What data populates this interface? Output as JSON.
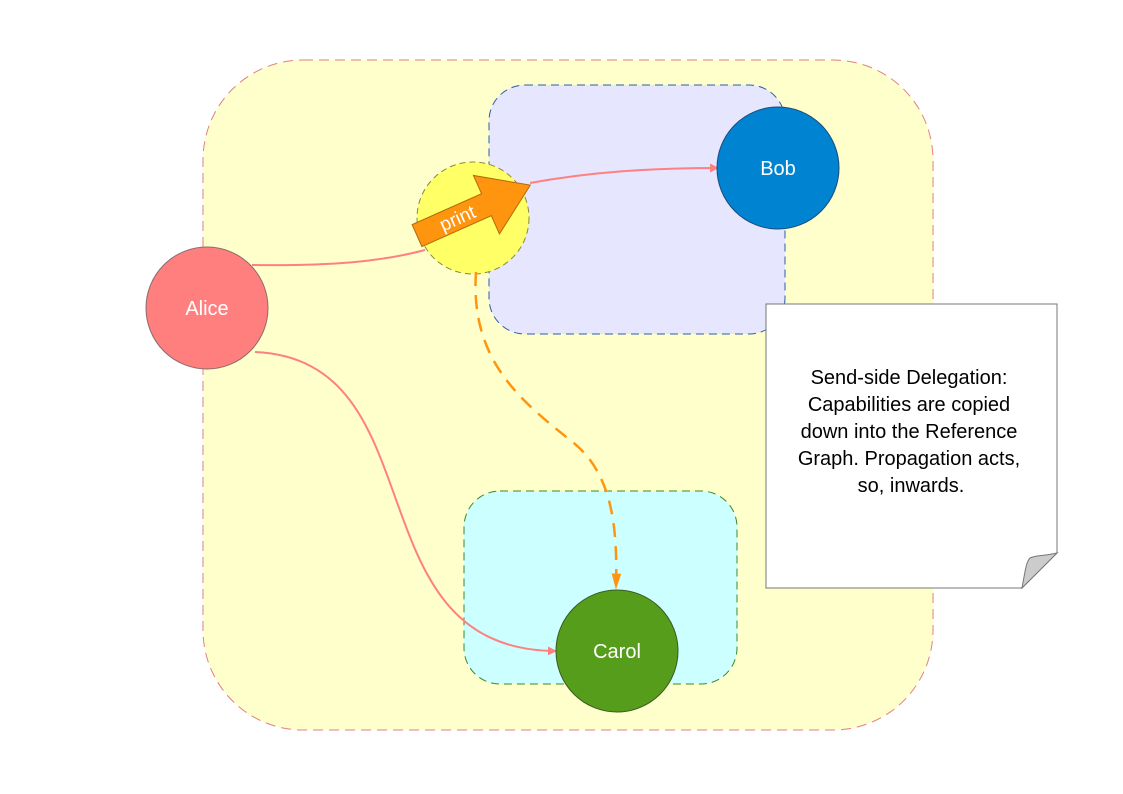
{
  "nodes": {
    "alice": {
      "label": "Alice",
      "color": "#ff7f7f"
    },
    "bob": {
      "label": "Bob",
      "color": "#0083d0"
    },
    "carol": {
      "label": "Carol",
      "color": "#579d1c"
    }
  },
  "capability": {
    "label": "print",
    "arrow_color": "#ff950e",
    "bubble_color": "#ffff66"
  },
  "regions": {
    "outer_fill": "#ffffcc",
    "bob_fill": "#e6e6ff",
    "carol_fill": "#ccffff"
  },
  "edges": {
    "reference_color": "#ff8080",
    "delegation_color": "#ff950e"
  },
  "note": {
    "lines": [
      "Send-side Delegation:",
      "Capabilities are copied",
      "down into the Reference",
      "Graph. Propagation acts,",
      "so, inwards."
    ]
  }
}
